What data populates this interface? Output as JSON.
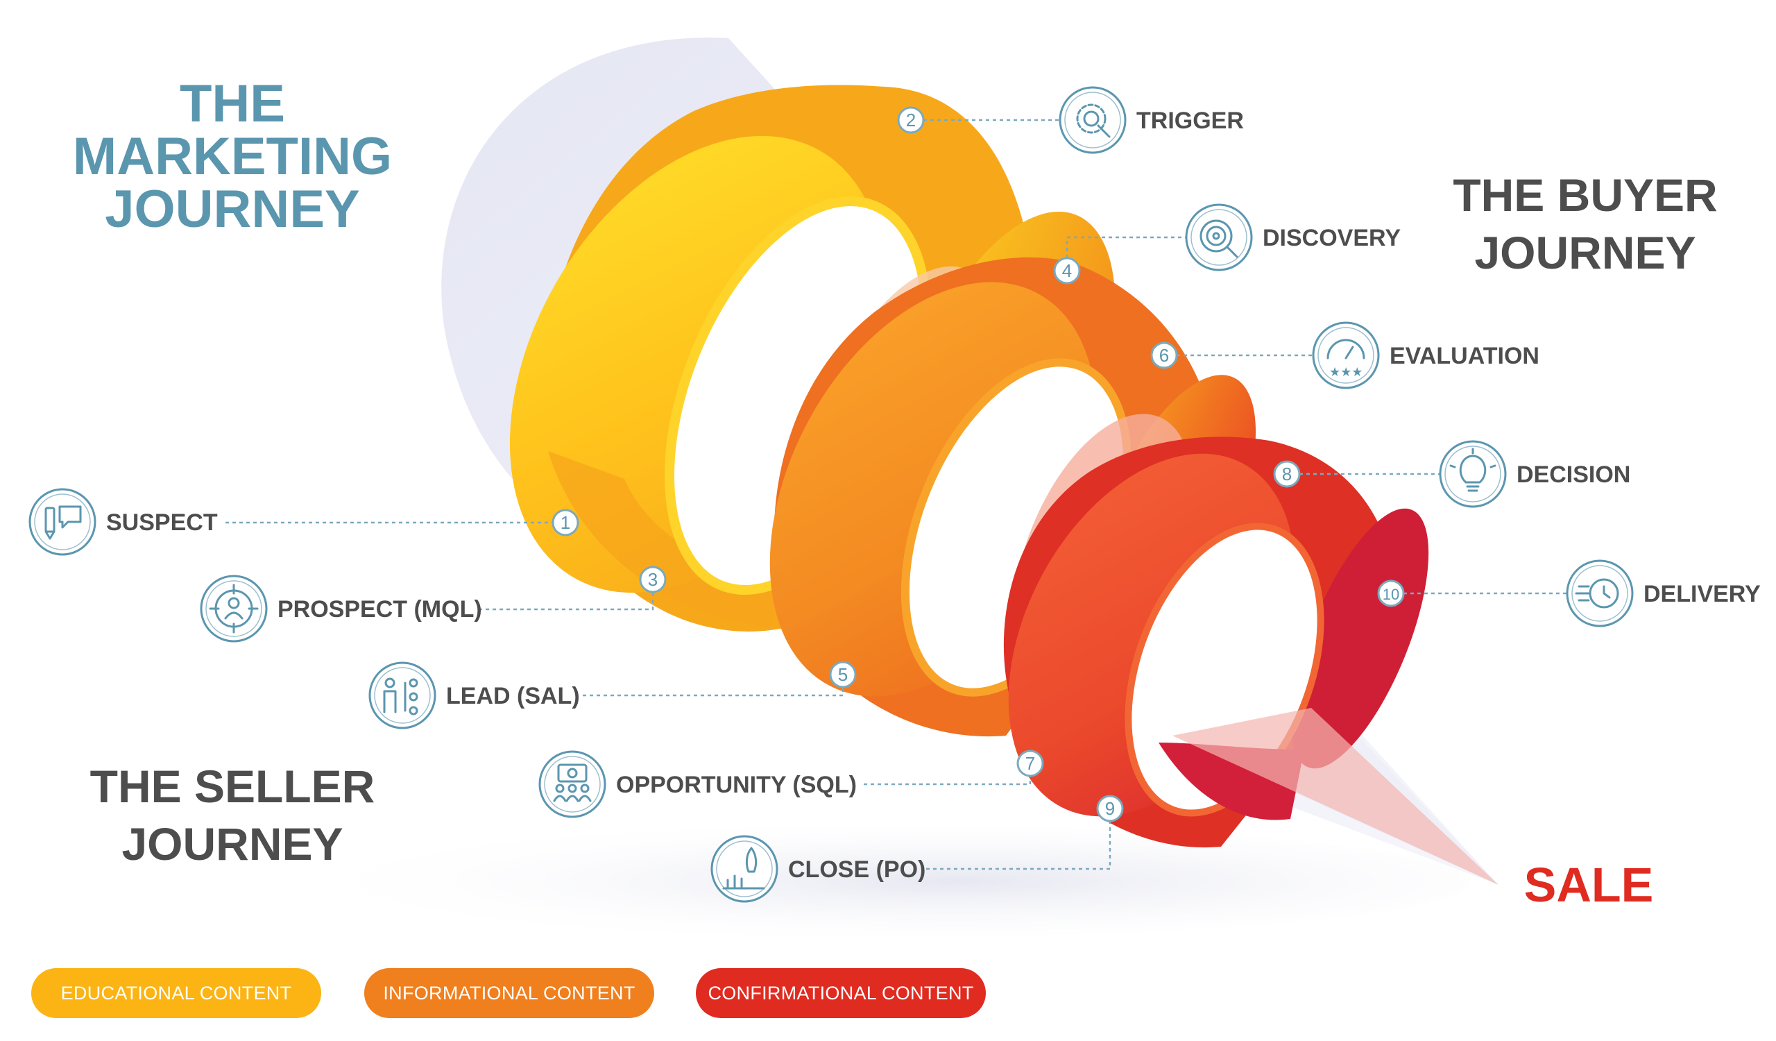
{
  "headings": {
    "marketing": [
      "THE",
      "MARKETING",
      "JOURNEY"
    ],
    "buyer": [
      "THE BUYER",
      "JOURNEY"
    ],
    "seller": [
      "THE SELLER",
      "JOURNEY"
    ],
    "sale": "SALE"
  },
  "stages": [
    {
      "num": "1",
      "label": "SUSPECT",
      "side": "left",
      "icon": "pencil-chat-icon"
    },
    {
      "num": "2",
      "label": "TRIGGER",
      "side": "right",
      "icon": "gear-magnifier-icon"
    },
    {
      "num": "3",
      "label": "PROSPECT (MQL)",
      "side": "left",
      "icon": "person-target-icon"
    },
    {
      "num": "4",
      "label": "DISCOVERY",
      "side": "right",
      "icon": "target-magnifier-icon"
    },
    {
      "num": "5",
      "label": "LEAD (SAL)",
      "side": "left",
      "icon": "person-flowchart-icon"
    },
    {
      "num": "6",
      "label": "EVALUATION",
      "side": "right",
      "icon": "gauge-stars-icon"
    },
    {
      "num": "7",
      "label": "OPPORTUNITY (SQL)",
      "side": "left",
      "icon": "team-presentation-icon"
    },
    {
      "num": "8",
      "label": "DECISION",
      "side": "right",
      "icon": "lightbulb-icon"
    },
    {
      "num": "9",
      "label": "CLOSE (PO)",
      "side": "left",
      "icon": "rocket-chart-icon"
    },
    {
      "num": "10",
      "label": "DELIVERY",
      "side": "right",
      "icon": "fast-clock-icon"
    }
  ],
  "legend": [
    {
      "label": "EDUCATIONAL CONTENT",
      "color": "#FBB414"
    },
    {
      "label": "INFORMATIONAL CONTENT",
      "color": "#F07F1E"
    },
    {
      "label": "CONFIRMATIONAL CONTENT",
      "color": "#E02B20"
    }
  ],
  "colors": {
    "teal": "#5B96AF",
    "dark_text": "#4D4D4D",
    "sale": "#E02B20",
    "badge_stroke": "#7BA9BC"
  }
}
